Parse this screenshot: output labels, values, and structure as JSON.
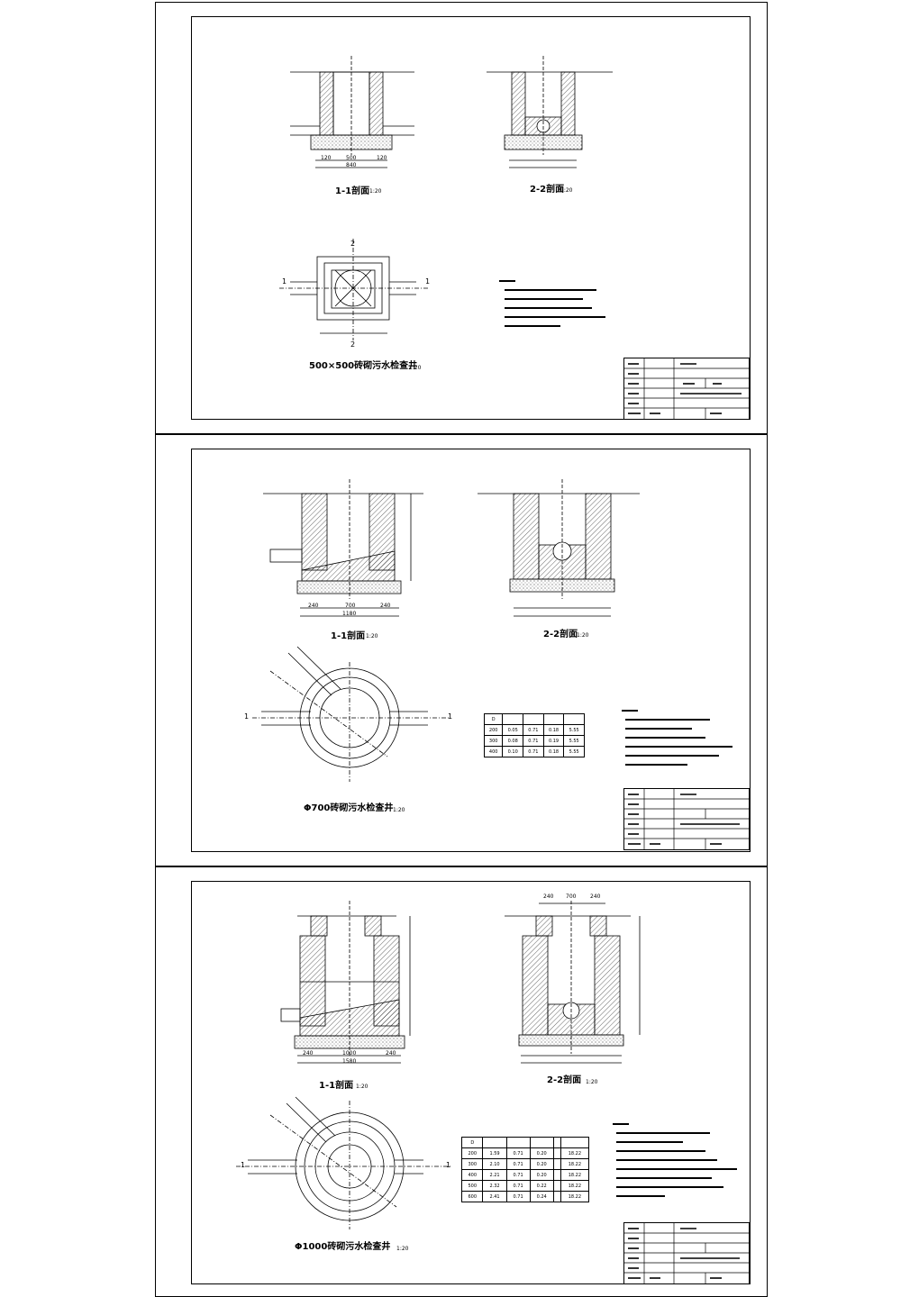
{
  "drawings": [
    {
      "title": "500×500砖砌污水检查井",
      "title_scale": "1:20",
      "sections": [
        {
          "label": "1-1剖面",
          "scale": "1:20"
        },
        {
          "label": "2-2剖面",
          "scale": "1:20"
        }
      ],
      "dims": [
        "120",
        "500",
        "120",
        "840"
      ],
      "section_marks": [
        "1",
        "1",
        "2",
        "2"
      ]
    },
    {
      "title": "Φ700砖砌污水检查井",
      "title_scale": "1:20",
      "sections": [
        {
          "label": "1-1剖面",
          "scale": "1:20"
        },
        {
          "label": "2-2剖面",
          "scale": "1:20"
        }
      ],
      "dims": [
        "240",
        "700",
        "240",
        "1180"
      ],
      "section_marks": [
        "1",
        "1"
      ],
      "quantity_table": {
        "rows": [
          [
            "D",
            "",
            "",
            "",
            ""
          ],
          [
            "200",
            "0.05",
            "0.71",
            "0.18",
            "5.55"
          ],
          [
            "300",
            "0.08",
            "0.71",
            "0.19",
            "5.55"
          ],
          [
            "400",
            "0.10",
            "0.71",
            "0.18",
            "5.55"
          ]
        ]
      }
    },
    {
      "title": "Φ1000砖砌污水检查井",
      "title_scale": "1:20",
      "sections": [
        {
          "label": "1-1剖面",
          "scale": "1:20"
        },
        {
          "label": "2-2剖面",
          "scale": "1:20"
        }
      ],
      "dims": [
        "240",
        "1000",
        "240",
        "1580"
      ],
      "top_dims": [
        "240",
        "700",
        "240"
      ],
      "section_marks": [
        "1",
        "1"
      ],
      "quantity_table": {
        "rows": [
          [
            "D",
            "",
            "",
            "",
            "",
            ""
          ],
          [
            "200",
            "1.59",
            "0.71",
            "0.20",
            "",
            "18.22"
          ],
          [
            "300",
            "2.10",
            "0.71",
            "0.20",
            "",
            "18.22"
          ],
          [
            "400",
            "2.21",
            "0.71",
            "0.20",
            "",
            "18.22"
          ],
          [
            "500",
            "2.32",
            "0.71",
            "0.22",
            "",
            "18.22"
          ],
          [
            "600",
            "2.41",
            "0.71",
            "0.24",
            "",
            "18.22"
          ]
        ]
      }
    }
  ]
}
